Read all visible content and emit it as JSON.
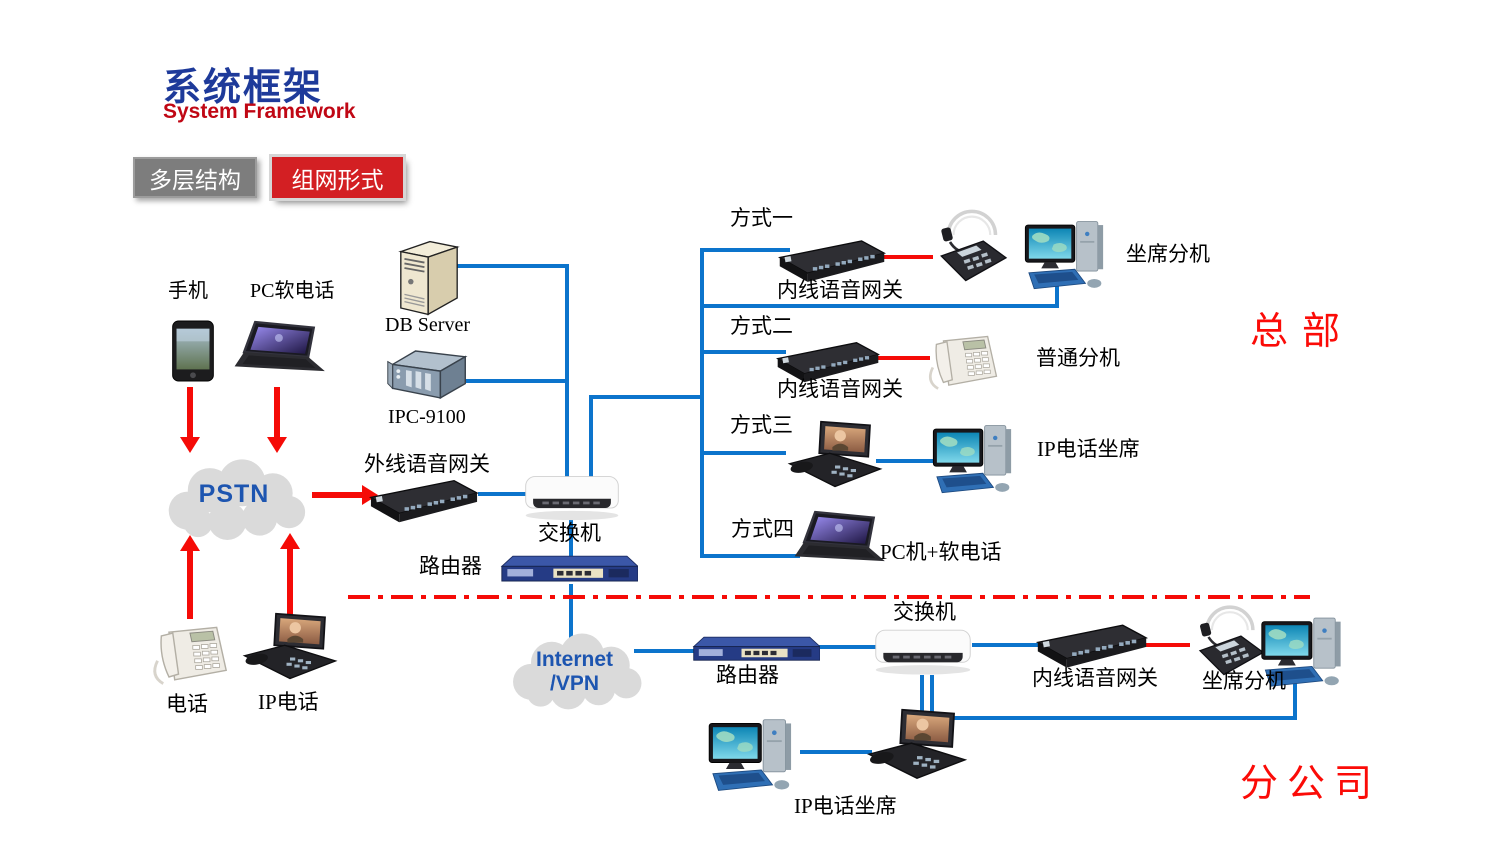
{
  "header": {
    "title_cn": "系统框架",
    "title_en": "System Framework"
  },
  "tabs": {
    "layer": "多层结构",
    "network": "组网形式"
  },
  "regions": {
    "hq": "总部",
    "branch": "分公司"
  },
  "labels": {
    "mobile": "手机",
    "pc_softphone": "PC软电话",
    "pstn": "PSTN",
    "phone": "电话",
    "ip_phone": "IP电话",
    "db_server": "DB Server",
    "ipc": "IPC-9100",
    "outer_gateway": "外线语音网关",
    "switch": "交换机",
    "router": "路由器",
    "inner_gateway": "内线语音网关",
    "agent_ext": "坐席分机",
    "ordinary_ext": "普通分机",
    "ip_agent": "IP电话坐席",
    "pc_plus_softphone": "PC机+软电话",
    "method1": "方式一",
    "method2": "方式二",
    "method3": "方式三",
    "method4": "方式四",
    "internet_line1": "Internet",
    "internet_line2": "/VPN"
  },
  "colors": {
    "title_blue": "#1e3a9a",
    "subtitle_red": "#c00714",
    "tab_gray_bg": "#7d7d7d",
    "tab_red_bg": "#d31f23",
    "tab_text": "#ffffff",
    "line_blue": "#0c74cc",
    "line_red": "#f50b07",
    "region_text_red": "#fb0b07",
    "cloud_fill": "#dadada",
    "cloud_text_blue": "#1d55b0",
    "label_text": "#000000"
  }
}
